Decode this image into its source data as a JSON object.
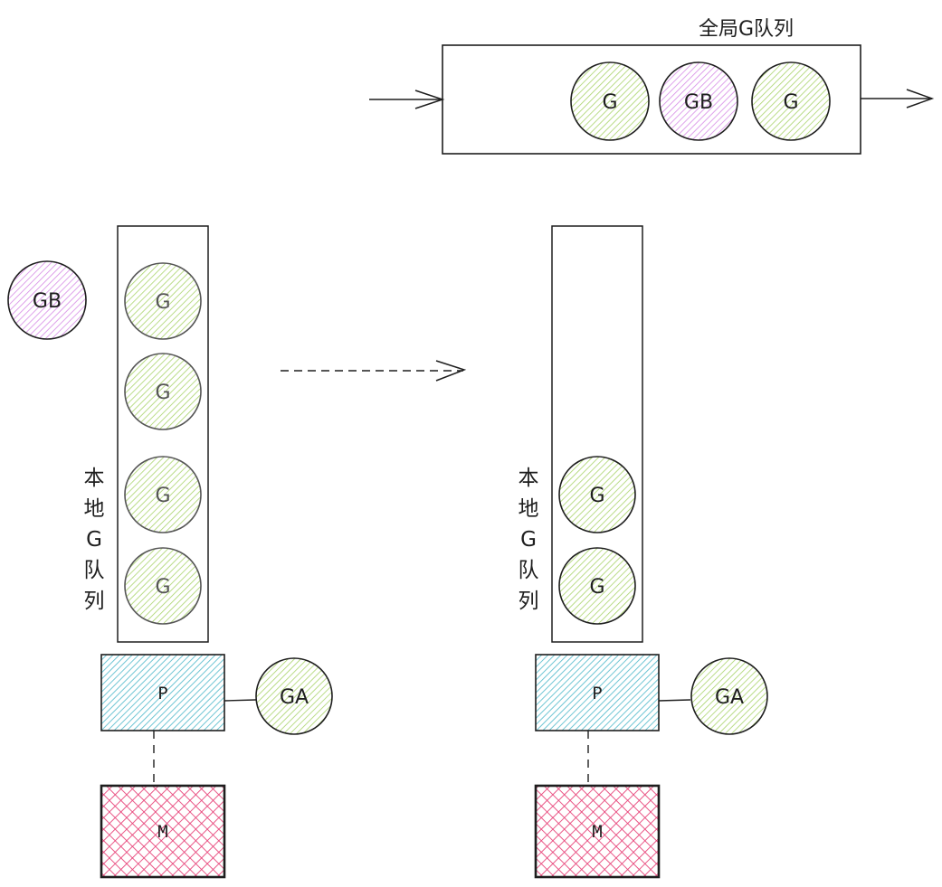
{
  "colors": {
    "stroke": "#1e1e1e",
    "muted_stroke": "#555555",
    "g_fill": "#a9d46b",
    "gb_fill": "#d68be6",
    "p_fill": "#5fbfcf",
    "m_fill": "#e8457a"
  },
  "global_queue": {
    "title": "全局G队列",
    "items": [
      {
        "label": "G",
        "kind": "g"
      },
      {
        "label": "GB",
        "kind": "gb"
      },
      {
        "label": "G",
        "kind": "g"
      }
    ]
  },
  "before": {
    "outside_goroutine": {
      "label": "GB",
      "kind": "gb"
    },
    "local_queue_label": [
      "本",
      "地",
      "G",
      "队",
      "列"
    ],
    "local_queue": [
      {
        "label": "G",
        "kind": "g"
      },
      {
        "label": "G",
        "kind": "g"
      },
      {
        "label": "G",
        "kind": "g"
      },
      {
        "label": "G",
        "kind": "g"
      }
    ],
    "processor": {
      "label": "P"
    },
    "running": {
      "label": "GA",
      "kind": "g"
    },
    "machine": {
      "label": "M"
    }
  },
  "after": {
    "local_queue_label": [
      "本",
      "地",
      "G",
      "队",
      "列"
    ],
    "local_queue": [
      {
        "label": "G",
        "kind": "g"
      },
      {
        "label": "G",
        "kind": "g"
      }
    ],
    "processor": {
      "label": "P"
    },
    "running": {
      "label": "GA",
      "kind": "g"
    },
    "machine": {
      "label": "M"
    }
  }
}
